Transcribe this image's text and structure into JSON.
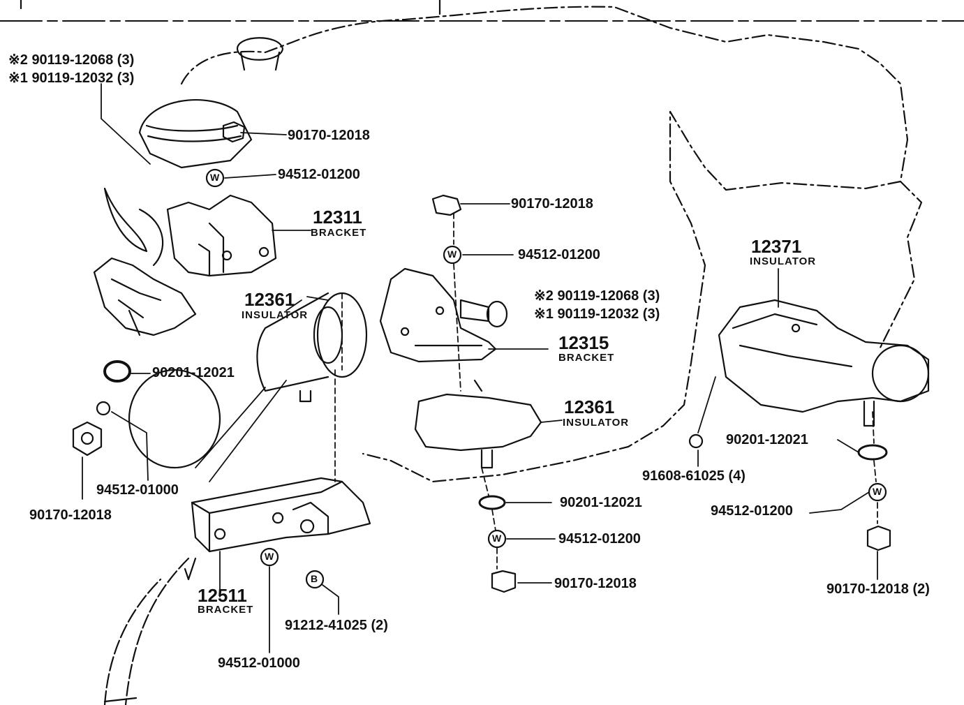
{
  "labels": {
    "top_bolt_2": "※2 90119-12068 (3)",
    "top_bolt_1": "※1 90119-12032 (3)",
    "nut_a": "90170-12018",
    "washer_a": "94512-01200",
    "bracket_12311": "12311",
    "bracket_word": "BRACKET",
    "insulator_12361_num": "12361",
    "insulator_word": "INSULATOR",
    "washer_90201_left": "90201-12021",
    "nut_left": "90170-12018",
    "washer_94512_01000_mid": "94512-01000",
    "bracket_12511": "12511",
    "bracket_12511_word": "BRACKET",
    "bolt_91212": "91212-41025 (2)",
    "washer_94512_01000_bottom": "94512-01000",
    "nut_center_top": "90170-12018",
    "washer_center_top": "94512-01200",
    "center_bolt_2": "※2 90119-12068 (3)",
    "center_bolt_1": "※1 90119-12032 (3)",
    "bracket_12315": "12315",
    "bracket_12315_word": "BRACKET",
    "insulator_12361_center": "12361",
    "insulator_center_word": "INSULATOR",
    "washer_90201_center": "90201-12021",
    "washer_94512_center": "94512-01200",
    "nut_center_bottom": "90170-12018",
    "insulator_12371": "12371",
    "insulator_12371_word": "INSULATOR",
    "bolt_91608": "91608-61025 (4)",
    "washer_90201_right": "90201-12021",
    "washer_94512_right": "94512-01200",
    "nut_right": "90170-12018 (2)"
  },
  "icons": [
    "washer-w-icon",
    "washer-b-icon",
    "hex-nut-icon",
    "bolt-icon",
    "engine-outline"
  ]
}
